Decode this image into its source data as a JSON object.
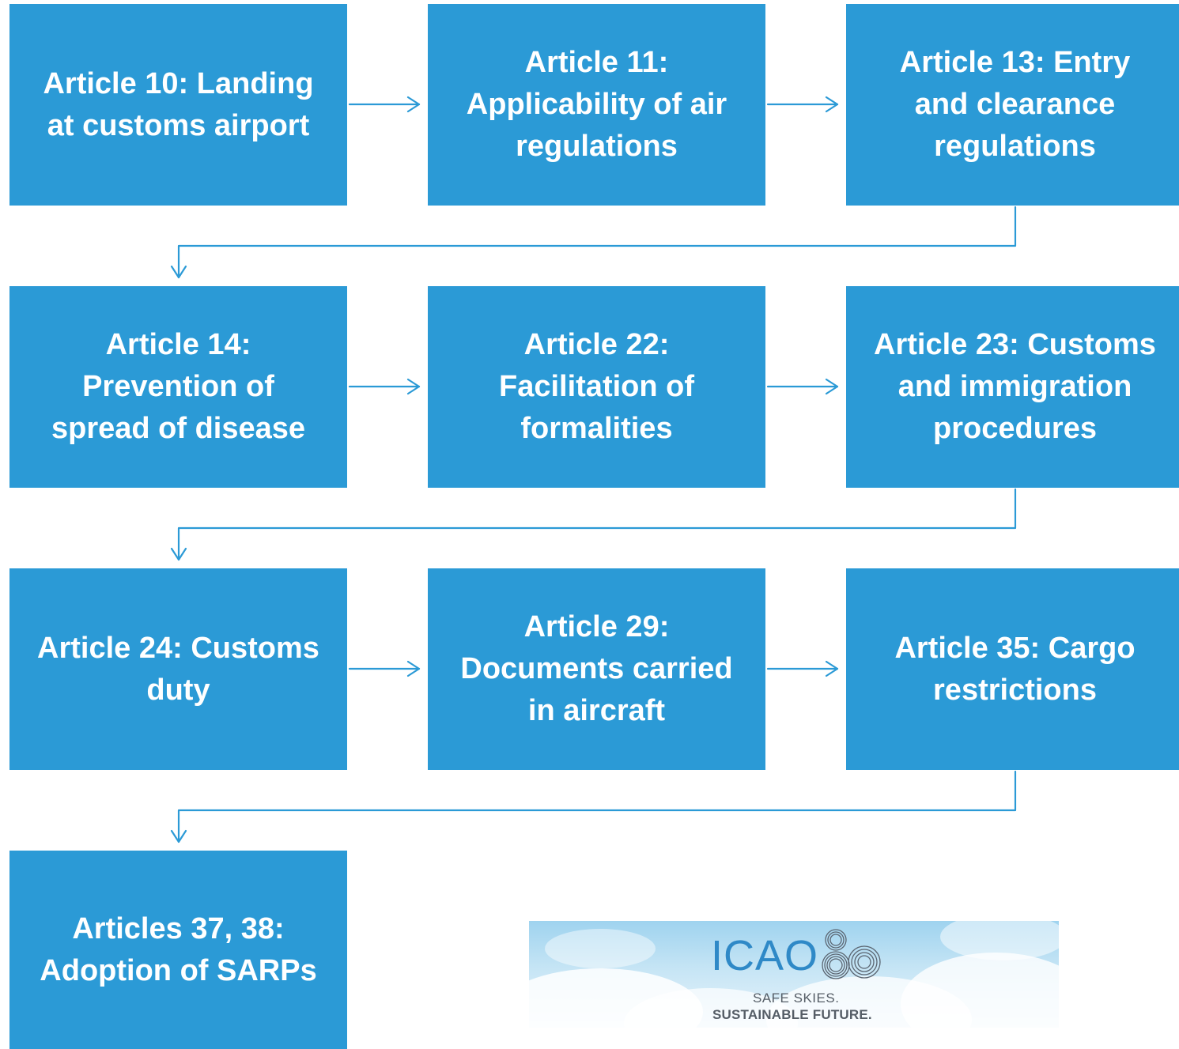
{
  "flow": {
    "boxes": [
      {
        "lines": [
          "Article 10: Landing",
          "at customs airport"
        ]
      },
      {
        "lines": [
          "Article 11:",
          "Applicability of air",
          "regulations"
        ]
      },
      {
        "lines": [
          "Article 13: Entry",
          "and clearance",
          "regulations"
        ]
      },
      {
        "lines": [
          "Article 14:",
          "Prevention of",
          "spread of disease"
        ]
      },
      {
        "lines": [
          "Article 22:",
          "Facilitation of",
          "formalities"
        ]
      },
      {
        "lines": [
          "Article 23: Customs",
          "and immigration",
          "procedures"
        ]
      },
      {
        "lines": [
          "Article 24: Customs",
          "duty"
        ]
      },
      {
        "lines": [
          "Article 29:",
          "Documents carried",
          "in aircraft"
        ]
      },
      {
        "lines": [
          "Article 35: Cargo",
          "restrictions"
        ]
      },
      {
        "lines": [
          "Articles 37, 38:",
          "Adoption of SARPs"
        ]
      }
    ]
  },
  "logo": {
    "wordmark": "ICAO",
    "anniversary_numeral": "80",
    "tagline_line1": "SAFE SKIES.",
    "tagline_line2": "SUSTAINABLE FUTURE."
  },
  "colors": {
    "box_fill": "#2b9ad6",
    "box_text": "#ffffff",
    "connector": "#2b9ad6",
    "logo_word": "#2f89c7",
    "logo_tagline": "#555d66"
  }
}
